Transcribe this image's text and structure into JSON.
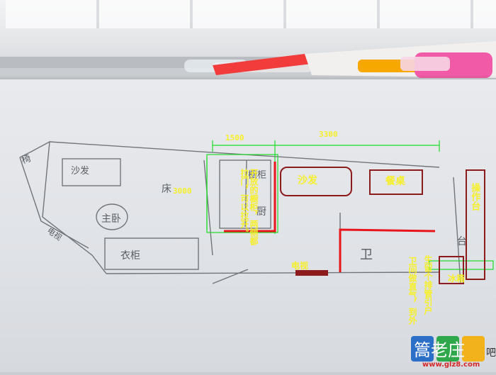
{
  "dimensions": {
    "d1500": "1500",
    "d3300": "3300",
    "d3000": "3000"
  },
  "labels": {
    "kaifang": "开放的橱柜，两侧都拉门，可以拉开。",
    "shafa": "沙发",
    "canzhuo": "餐桌",
    "caozuotai": "操作台",
    "dianshi": "电视",
    "bingxiang": "冰箱",
    "weijian": "卫间做直气，到外",
    "shengchu": "生留个排管引户"
  },
  "handwritten": {
    "sofa": "沙发",
    "bedroom": "主卧",
    "wardrobe": "衣柜",
    "bed": "床",
    "tv": "电视",
    "chair": "椅",
    "cabinet": "橱柜",
    "kitchen": "厨",
    "bath": "卫",
    "counter": "台"
  },
  "watermark": {
    "logo": "篙老庄",
    "suffix": "吧",
    "url": "www.glz8.com"
  },
  "colors": {
    "annotation_red": "#e8161c",
    "annotation_yellow": "#f6ef2a",
    "annotation_green": "#1edc2a",
    "dark_red": "#8c1b1b"
  }
}
